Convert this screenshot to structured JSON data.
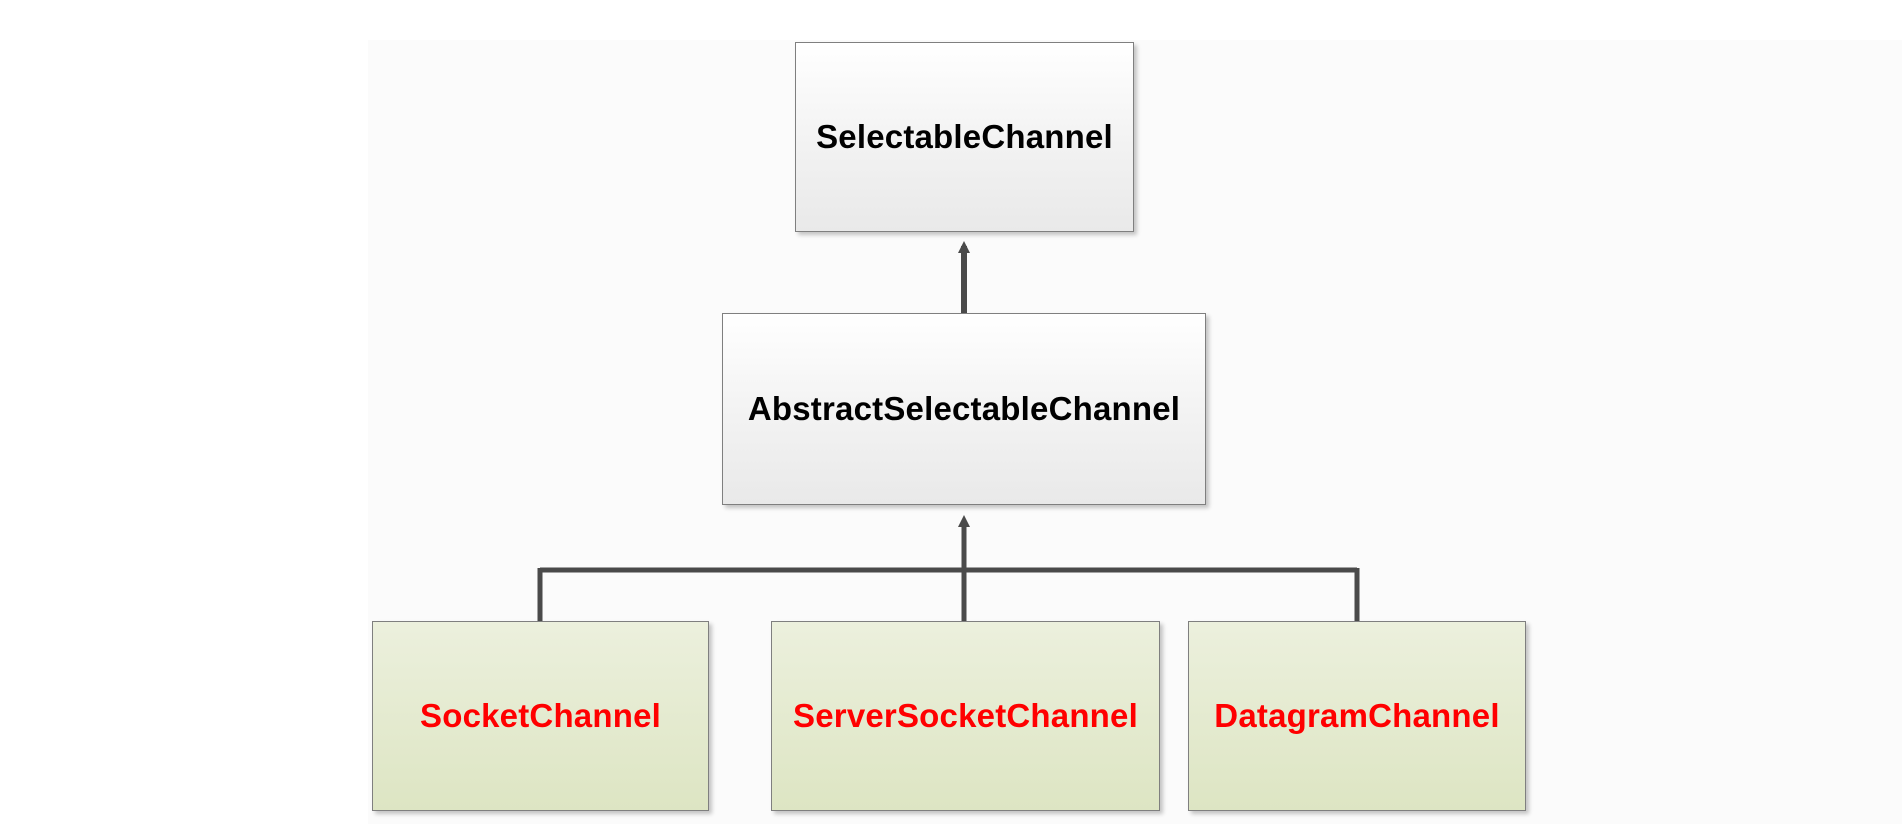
{
  "diagram": {
    "nodes": [
      {
        "id": "selectable",
        "label": "SelectableChannel",
        "color": "#000000"
      },
      {
        "id": "abstract",
        "label": "AbstractSelectableChannel",
        "color": "#000000"
      },
      {
        "id": "socket",
        "label": "SocketChannel",
        "color": "#ff0000"
      },
      {
        "id": "server",
        "label": "ServerSocketChannel",
        "color": "#ff0000"
      },
      {
        "id": "datagram",
        "label": "DatagramChannel",
        "color": "#ff0000"
      }
    ],
    "edges": [
      {
        "from": "abstract",
        "to": "selectable",
        "type": "inheritance"
      },
      {
        "from": "socket",
        "to": "abstract",
        "type": "inheritance"
      },
      {
        "from": "server",
        "to": "abstract",
        "type": "inheritance"
      },
      {
        "from": "datagram",
        "to": "abstract",
        "type": "inheritance"
      }
    ],
    "colors": {
      "base_box": "#f2f2f2",
      "subclass_box": "#dde5c3",
      "border": "#7f7f7f",
      "connector": "#4a4a4a",
      "subclass_text": "#ff0000"
    }
  }
}
